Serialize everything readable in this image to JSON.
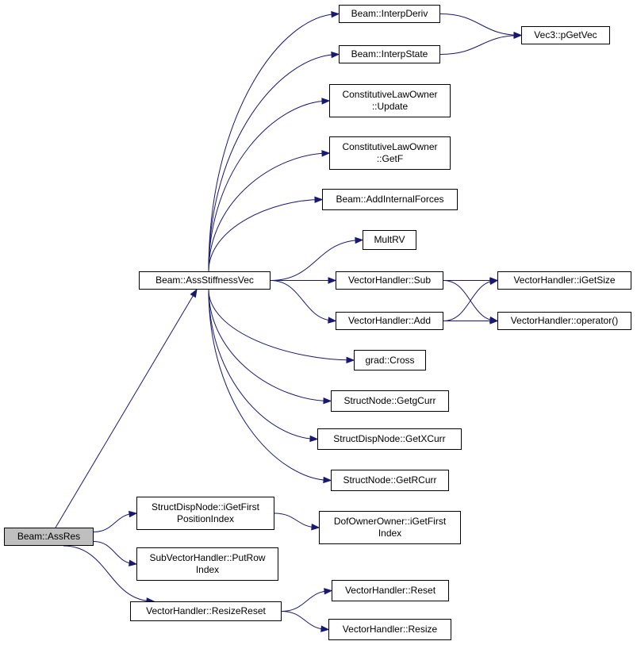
{
  "graph": {
    "edge_color": "#191970",
    "root_fill": "#bfbfbf",
    "nodes": [
      {
        "id": "assres",
        "lines": [
          "Beam::AssRes"
        ],
        "root": true
      },
      {
        "id": "assstiff",
        "lines": [
          "Beam::AssStiffnessVec"
        ]
      },
      {
        "id": "interpderiv",
        "lines": [
          "Beam::InterpDeriv"
        ]
      },
      {
        "id": "interpstate",
        "lines": [
          "Beam::InterpState"
        ]
      },
      {
        "id": "pgetvec",
        "lines": [
          "Vec3::pGetVec"
        ]
      },
      {
        "id": "update",
        "lines": [
          "ConstitutiveLawOwner",
          "::Update"
        ]
      },
      {
        "id": "getf",
        "lines": [
          "ConstitutiveLawOwner",
          "::GetF"
        ]
      },
      {
        "id": "addinternal",
        "lines": [
          "Beam::AddInternalForces"
        ]
      },
      {
        "id": "multrv",
        "lines": [
          "MultRV"
        ]
      },
      {
        "id": "vhsub",
        "lines": [
          "VectorHandler::Sub"
        ]
      },
      {
        "id": "vhadd",
        "lines": [
          "VectorHandler::Add"
        ]
      },
      {
        "id": "igetsize",
        "lines": [
          "VectorHandler::iGetSize"
        ]
      },
      {
        "id": "operator",
        "lines": [
          "VectorHandler::operator()"
        ]
      },
      {
        "id": "cross",
        "lines": [
          "grad::Cross"
        ]
      },
      {
        "id": "getgcurr",
        "lines": [
          "StructNode::GetgCurr"
        ]
      },
      {
        "id": "getxcurr",
        "lines": [
          "StructDispNode::GetXCurr"
        ]
      },
      {
        "id": "getrcurr",
        "lines": [
          "StructNode::GetRCurr"
        ]
      },
      {
        "id": "igetfirstpos",
        "lines": [
          "StructDispNode::iGetFirst",
          "PositionIndex"
        ]
      },
      {
        "id": "dofowner",
        "lines": [
          "DofOwnerOwner::iGetFirst",
          "Index"
        ]
      },
      {
        "id": "putrow",
        "lines": [
          "SubVectorHandler::PutRow",
          "Index"
        ]
      },
      {
        "id": "resizereset",
        "lines": [
          "VectorHandler::ResizeReset"
        ]
      },
      {
        "id": "reset",
        "lines": [
          "VectorHandler::Reset"
        ]
      },
      {
        "id": "resize",
        "lines": [
          "VectorHandler::Resize"
        ]
      }
    ],
    "edges": [
      [
        "assres",
        "assstiff"
      ],
      [
        "assres",
        "igetfirstpos"
      ],
      [
        "assres",
        "putrow"
      ],
      [
        "assres",
        "resizereset"
      ],
      [
        "assstiff",
        "interpderiv"
      ],
      [
        "assstiff",
        "interpstate"
      ],
      [
        "assstiff",
        "update"
      ],
      [
        "assstiff",
        "getf"
      ],
      [
        "assstiff",
        "addinternal"
      ],
      [
        "assstiff",
        "multrv"
      ],
      [
        "assstiff",
        "vhsub"
      ],
      [
        "assstiff",
        "vhadd"
      ],
      [
        "assstiff",
        "cross"
      ],
      [
        "assstiff",
        "getgcurr"
      ],
      [
        "assstiff",
        "getxcurr"
      ],
      [
        "assstiff",
        "getrcurr"
      ],
      [
        "interpderiv",
        "pgetvec"
      ],
      [
        "interpstate",
        "pgetvec"
      ],
      [
        "vhsub",
        "igetsize"
      ],
      [
        "vhsub",
        "operator"
      ],
      [
        "vhadd",
        "igetsize"
      ],
      [
        "vhadd",
        "operator"
      ],
      [
        "igetfirstpos",
        "dofowner"
      ],
      [
        "resizereset",
        "reset"
      ],
      [
        "resizereset",
        "resize"
      ]
    ]
  }
}
